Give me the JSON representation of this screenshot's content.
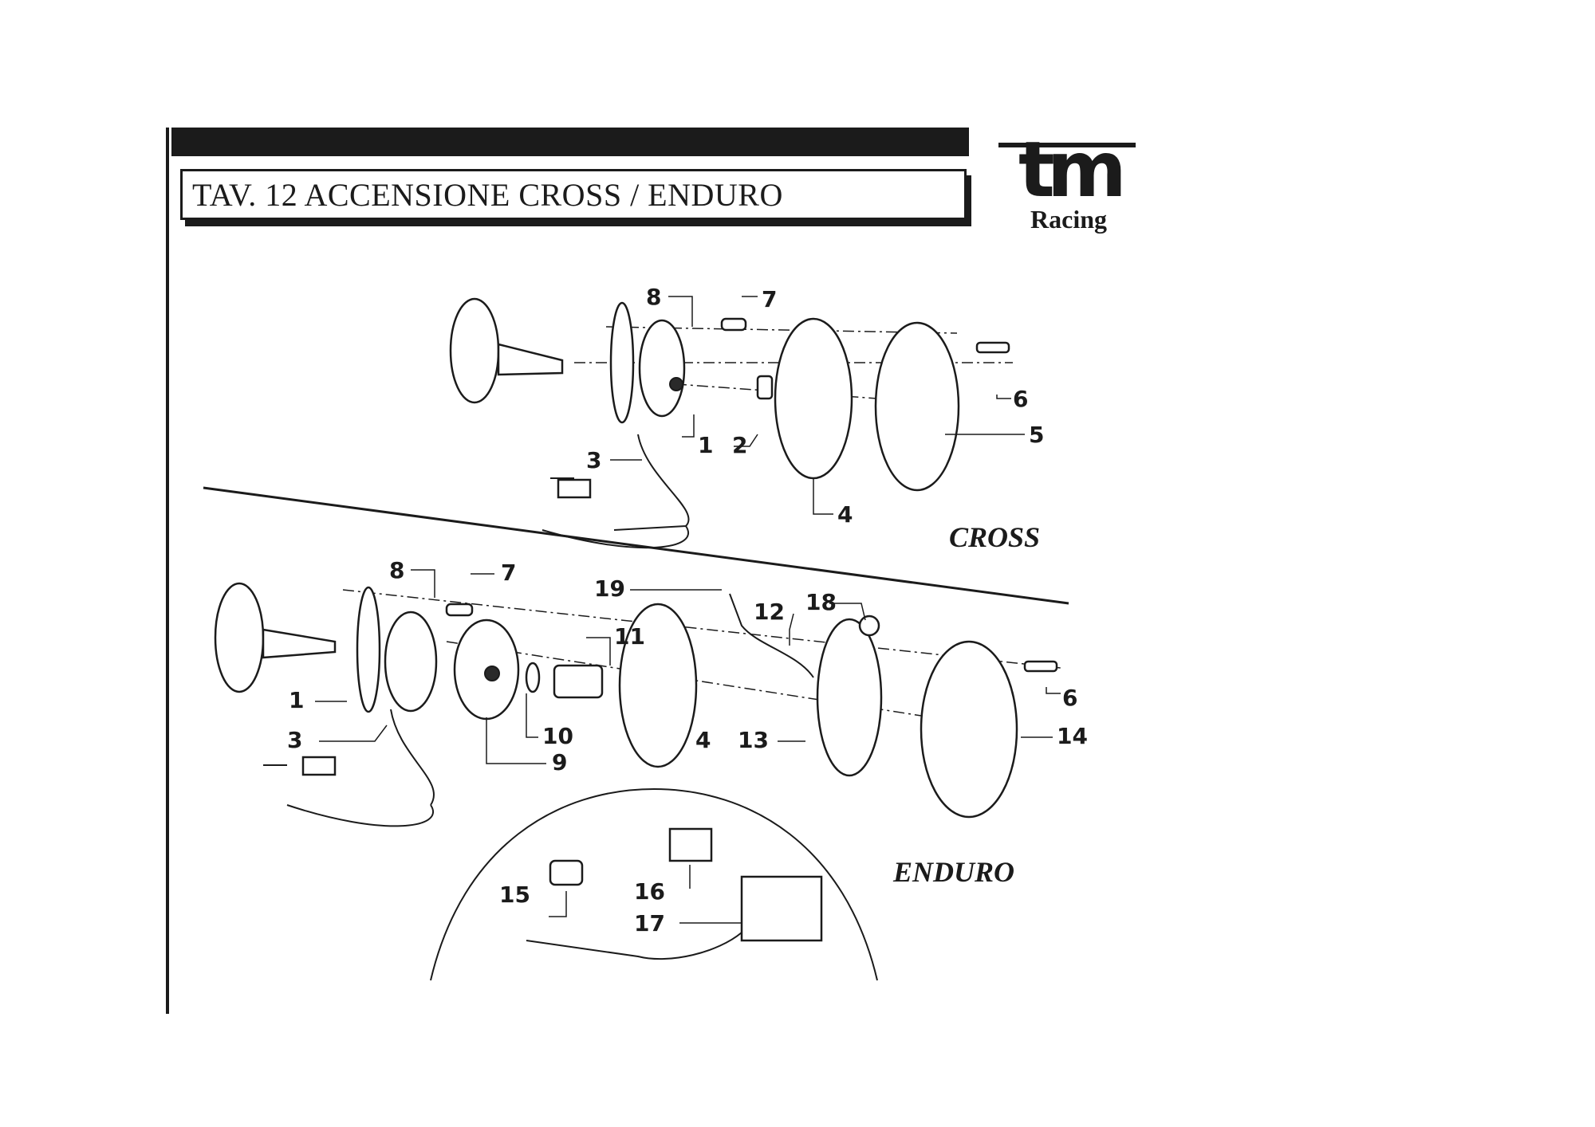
{
  "title": "TAV. 12 ACCENSIONE CROSS / ENDURO",
  "logo": {
    "mark": "tm",
    "sub": "Racing"
  },
  "sections": {
    "cross": "CROSS",
    "enduro": "ENDURO"
  },
  "callouts": {
    "cross": [
      "8",
      "7",
      "6",
      "5",
      "1",
      "2",
      "3",
      "4"
    ],
    "enduro": [
      "8",
      "7",
      "19",
      "12",
      "18",
      "11",
      "6",
      "1",
      "3",
      "10",
      "9",
      "4",
      "13",
      "14",
      "15",
      "16",
      "17"
    ]
  },
  "colors": {
    "ink": "#1b1b1b",
    "paper": "#ffffff"
  }
}
